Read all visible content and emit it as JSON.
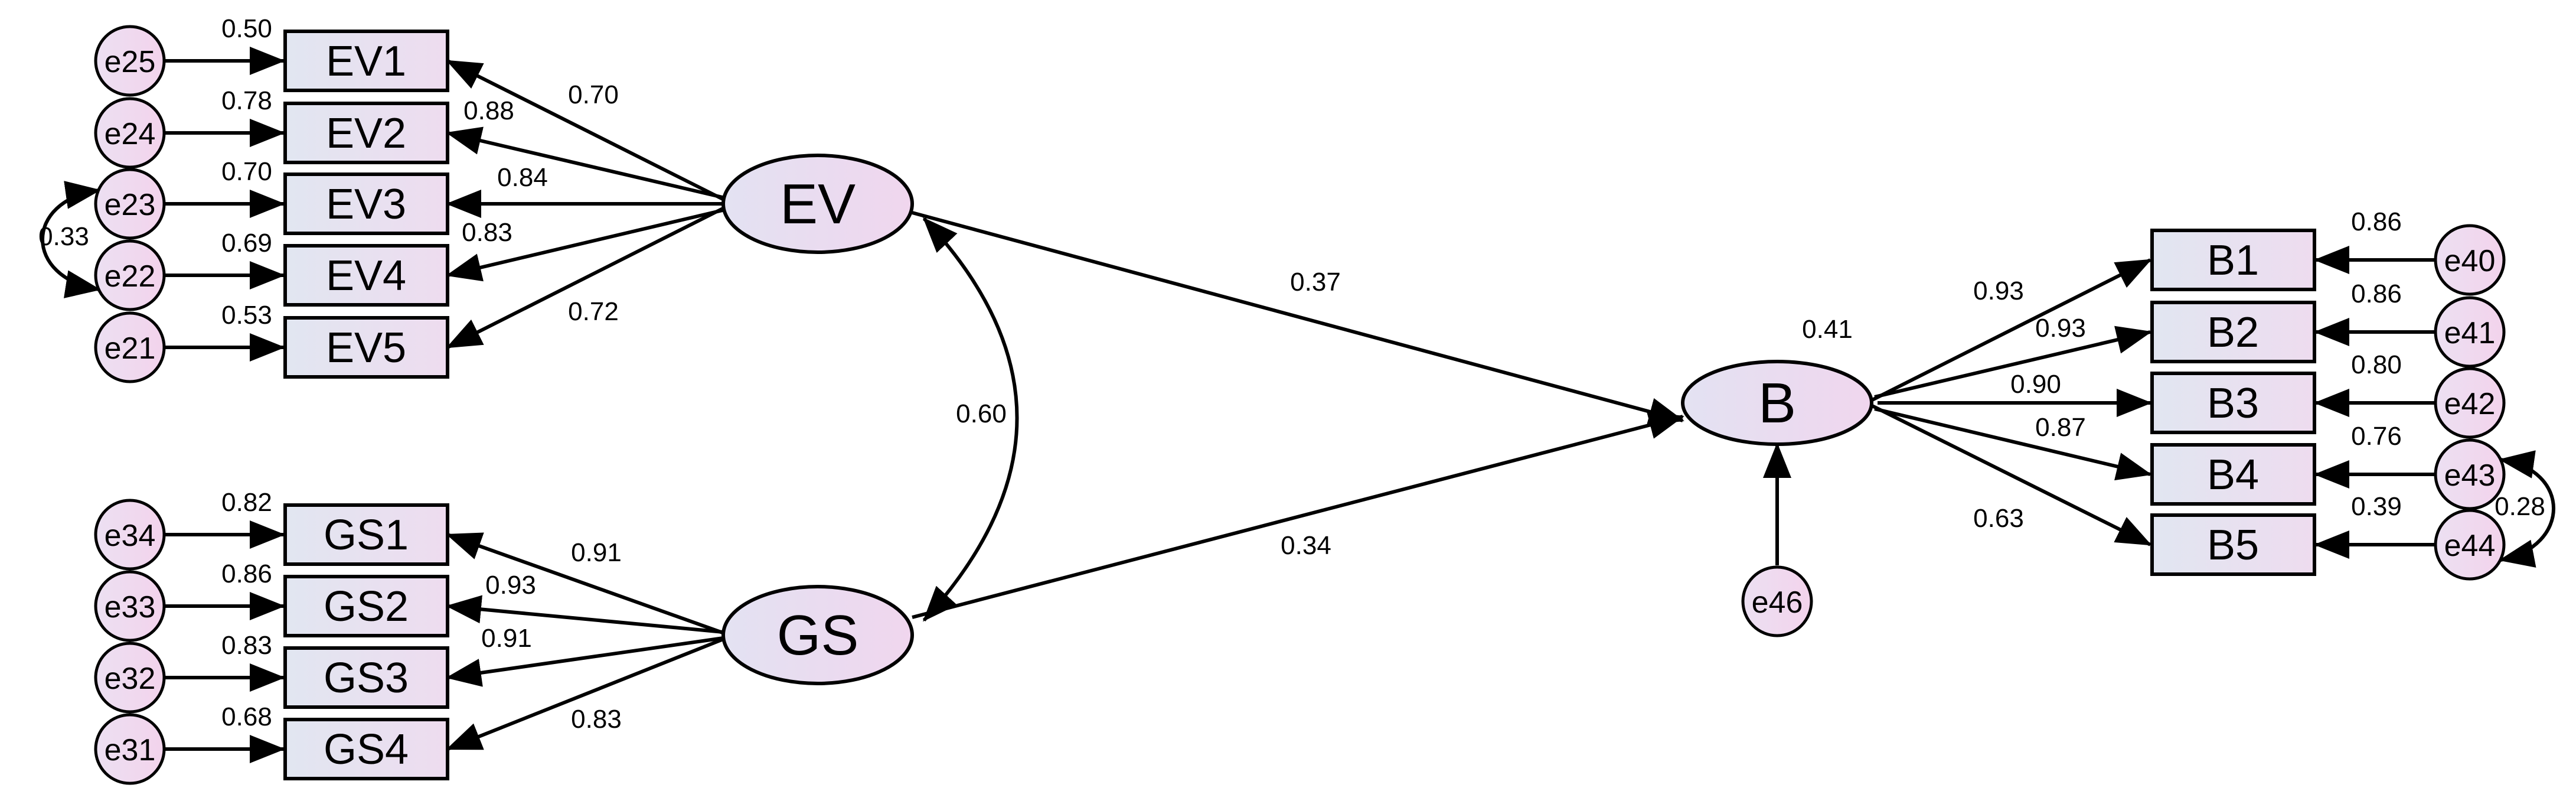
{
  "diagram": {
    "latent": {
      "EV": "EV",
      "GS": "GS",
      "B": "B"
    },
    "indicators": {
      "EV1": "EV1",
      "EV2": "EV2",
      "EV3": "EV3",
      "EV4": "EV4",
      "EV5": "EV5",
      "GS1": "GS1",
      "GS2": "GS2",
      "GS3": "GS3",
      "GS4": "GS4",
      "B1": "B1",
      "B2": "B2",
      "B3": "B3",
      "B4": "B4",
      "B5": "B5"
    },
    "errors": {
      "e25": "e25",
      "e24": "e24",
      "e23": "e23",
      "e22": "e22",
      "e21": "e21",
      "e34": "e34",
      "e33": "e33",
      "e32": "e32",
      "e31": "e31",
      "e40": "e40",
      "e41": "e41",
      "e42": "e42",
      "e43": "e43",
      "e44": "e44",
      "e46": "e46"
    },
    "r2": {
      "EV1": "0.50",
      "EV2": "0.78",
      "EV3": "0.70",
      "EV4": "0.69",
      "EV5": "0.53",
      "GS1": "0.82",
      "GS2": "0.86",
      "GS3": "0.83",
      "GS4": "0.68",
      "B1": "0.86",
      "B2": "0.86",
      "B3": "0.80",
      "B4": "0.76",
      "B5": "0.39",
      "B": "0.41"
    },
    "loadings": {
      "EV1": "0.70",
      "EV2": "0.88",
      "EV3": "0.84",
      "EV4": "0.83",
      "EV5": "0.72",
      "GS1": "0.91",
      "GS2": "0.93",
      "GS3": "0.91",
      "GS4": "0.83",
      "B1": "0.93",
      "B2": "0.93",
      "B3": "0.90",
      "B4": "0.87",
      "B5": "0.63"
    },
    "paths": {
      "EV_B": "0.37",
      "GS_B": "0.34"
    },
    "covariances": {
      "EV_GS": "0.60",
      "e23_e22": "0.33",
      "e43_e44": "0.28"
    }
  },
  "colors": {
    "box_fill": "#e3e6f0",
    "latent_fill": "#ecdcee",
    "error_fill": "#f1d8ee",
    "line": "#000000"
  }
}
